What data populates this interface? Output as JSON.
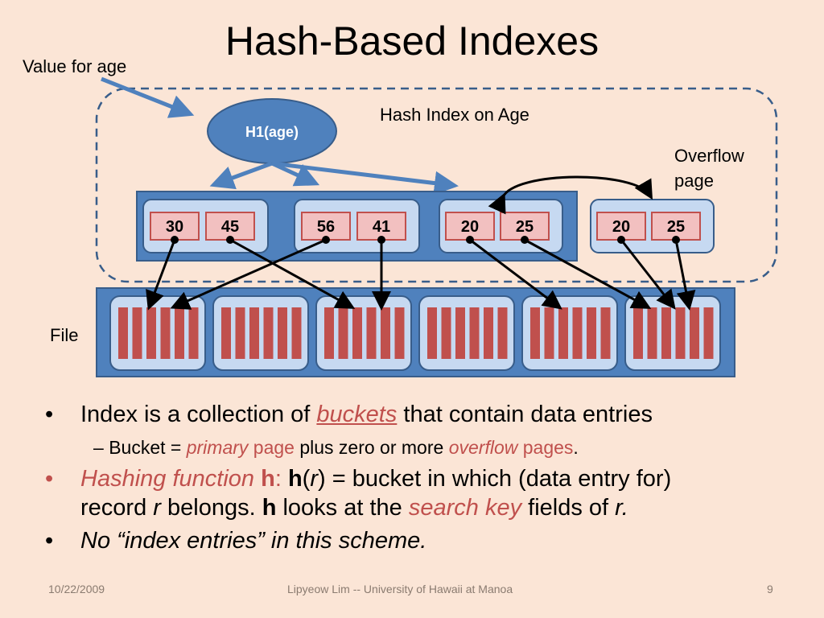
{
  "title": "Hash-Based Indexes",
  "labels": {
    "value_for_age": "Value for age",
    "hash_index_on_age": "Hash Index on Age",
    "overflow_page_line1": "Overflow",
    "overflow_page_line2": "page",
    "file": "File",
    "hash_function": "H1(age)"
  },
  "buckets": [
    {
      "entries": [
        "30",
        "45"
      ]
    },
    {
      "entries": [
        "56",
        "41"
      ]
    },
    {
      "entries": [
        "20",
        "25"
      ]
    },
    {
      "entries": [
        "20",
        "25"
      ],
      "overflow": true
    }
  ],
  "bullets": {
    "b1": {
      "pre": "Index is a collection of ",
      "kw": "buckets",
      "post": " that contain data entries"
    },
    "sub1": {
      "pre": "Bucket = ",
      "kw1": "primary",
      "mid1": " page",
      "mid2": " plus zero or more ",
      "kw2": "overflow",
      "mid3": " pages",
      "end": "."
    },
    "b2": {
      "kw": "Hashing function",
      "h1": "h",
      "colon": ":  ",
      "h2": "h",
      "p1": "(",
      "r1": "r",
      "p2": ") = bucket in which (data entry for)",
      "line2a": "record ",
      "r2": "r",
      "line2b": " belongs. ",
      "h3": "h",
      "line2c": " looks at the ",
      "kw2": "search key",
      "line2d": " fields of ",
      "r3": "r."
    },
    "b3": {
      "text": "No “index entries” in this scheme."
    }
  },
  "footer": {
    "date": "10/22/2009",
    "author": "Lipyeow Lim -- University of Hawaii at Manoa",
    "page": "9"
  },
  "colors": {
    "background": "#fbe5d6",
    "blue_fill": "#4f81bd",
    "blue_dark": "#2f5597",
    "light_blue": "#c6d9f1",
    "pink": "#f2c0c0",
    "red": "#c0504d"
  }
}
